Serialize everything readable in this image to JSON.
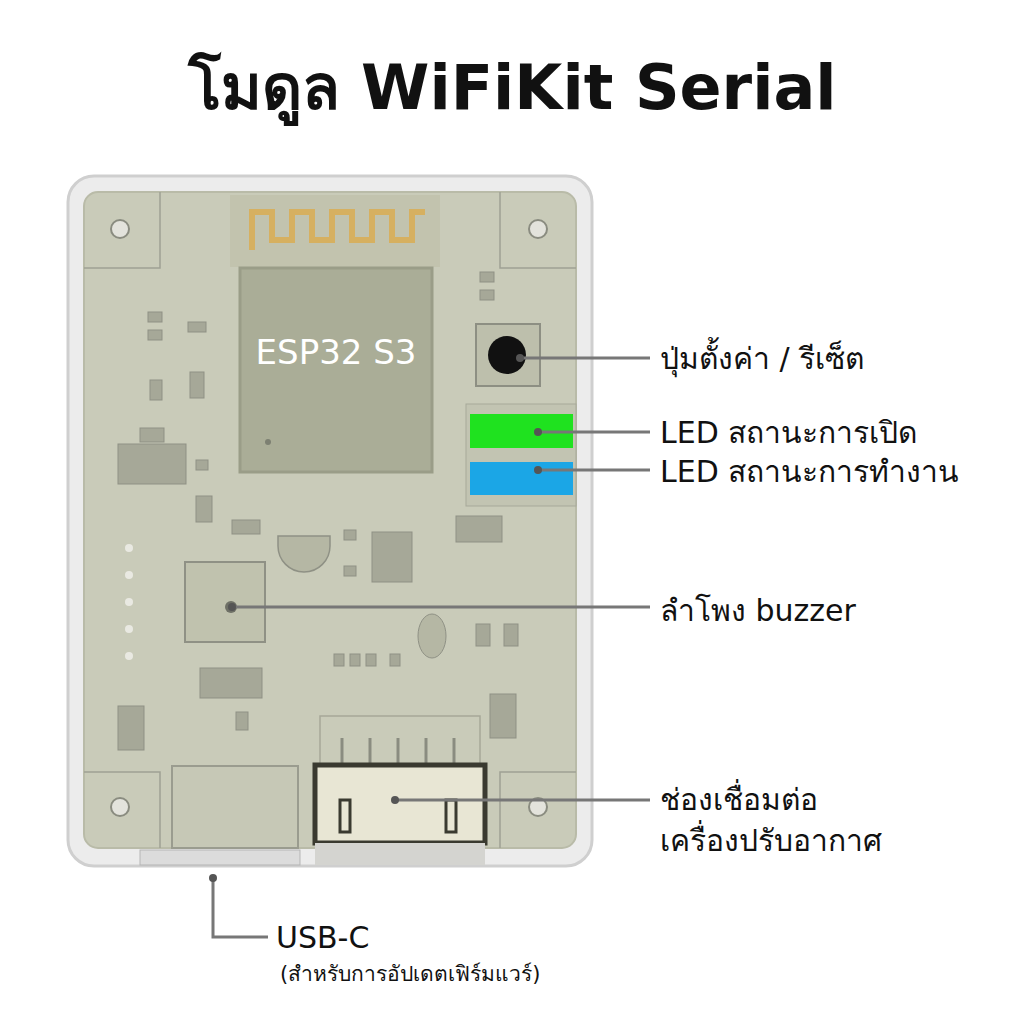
{
  "diagram": {
    "title": "โมดูล WiFiKit Serial",
    "nodes": [
      {
        "text": [
          "ESP32 S3"
        ]
      }
    ],
    "labels": [
      "ปุ่มตั้งค่า / รีเซ็ต",
      "LED สถานะการเปิด",
      "LED สถานะการทำงาน",
      "ลำโพง buzzer",
      "ช่องเชื่อมต่อ เครื่องปรับอากาศ",
      "USB-C",
      "(สำหรับการอัปเดตเฟิร์มแวร์)"
    ]
  }
}
